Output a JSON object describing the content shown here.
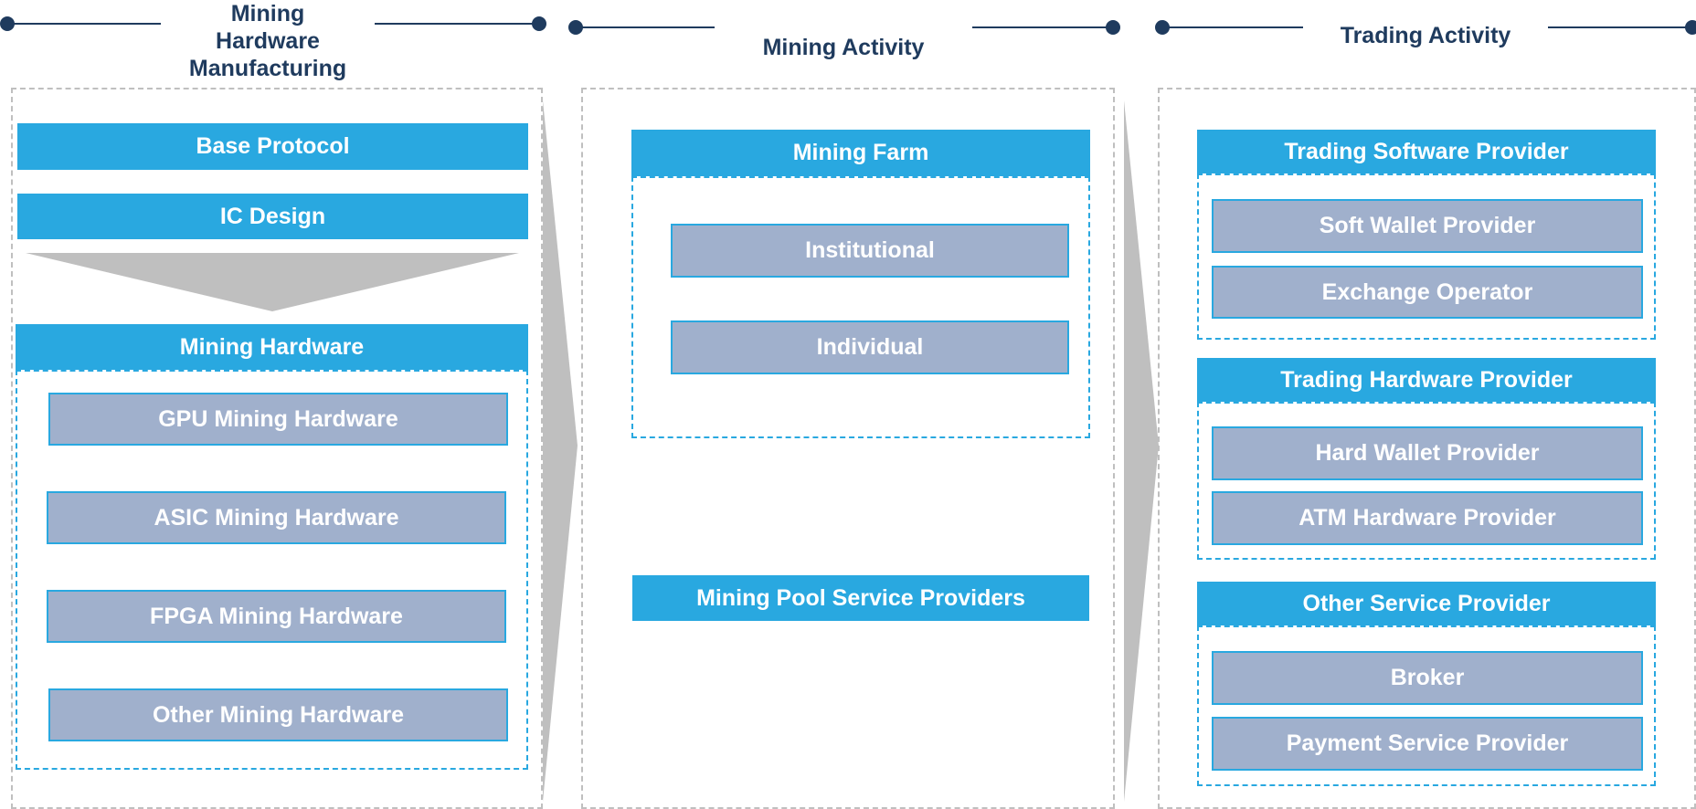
{
  "colors": {
    "title": "#1f3b5e",
    "bar": "#29a8e0",
    "item_fill": "#a0b0cc",
    "item_border": "#29a8e0",
    "column_border": "#bfbfbf",
    "arrow": "#bfbfbf",
    "connector": "#1f3b5e"
  },
  "columns": [
    {
      "title": "Mining\nHardware\nManufacturing",
      "bars": [
        "Base Protocol",
        "IC Design"
      ],
      "hardware": {
        "heading": "Mining Hardware",
        "items": [
          "GPU Mining Hardware",
          "ASIC Mining Hardware",
          "FPGA Mining Hardware",
          "Other Mining Hardware"
        ]
      }
    },
    {
      "title": "Mining Activity",
      "farm": {
        "heading": "Mining Farm",
        "items": [
          "Institutional",
          "Individual"
        ]
      },
      "pool": "Mining Pool Service Providers"
    },
    {
      "title": "Trading Activity",
      "groups": [
        {
          "heading": "Trading Software Provider",
          "items": [
            "Soft Wallet Provider",
            "Exchange Operator"
          ]
        },
        {
          "heading": "Trading Hardware Provider",
          "items": [
            "Hard Wallet Provider",
            "ATM Hardware Provider"
          ]
        },
        {
          "heading": "Other Service Provider",
          "items": [
            "Broker",
            "Payment Service Provider"
          ]
        }
      ]
    }
  ]
}
